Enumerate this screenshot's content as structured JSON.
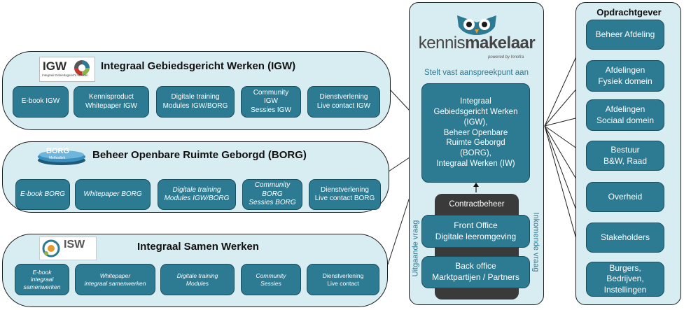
{
  "panels": {
    "igw": {
      "title": "Integraal Gebiedsgericht Werken (IGW)",
      "logo_text": "IGW",
      "logo_subtext": "Integraal Gebiedsgericht Werken",
      "tiles": [
        "E-book IGW",
        "Kennisproduct\nWhitepaper IGW",
        "Digitale training\nModules IGW/BORG",
        "Community\nIGW\nSessies IGW",
        "Dienstverlening\nLive contact IGW"
      ]
    },
    "borg": {
      "title": "Beheer Openbare Ruimte Geborgd (BORG)",
      "logo_text": "BORG",
      "logo_subtext": "Methodiek",
      "tiles": [
        "E-book BORG",
        "Whitepaper BORG",
        "Digitale training\nModules IGW/BORG",
        "Community\nBORG\nSessies BORG",
        "Dienstverlening\nLive contact BORG"
      ]
    },
    "isw": {
      "title": "Integraal Samen Werken",
      "logo_text": "ISW",
      "tiles": [
        "E-book\nintegraal\nsamenwerken",
        "Whitepaper\nintegraal samenwerken",
        "Digitale training\nModules",
        "Community\nSessies",
        "Dienstverlening\nLive contact"
      ]
    }
  },
  "center": {
    "brand_name_light": "kennis",
    "brand_name_bold": "makelaar",
    "brand_tagline": "powered by Innofra",
    "caption": "Stelt vast aanspreekpunt aan",
    "main_box": "Integraal\nGebiedsgericht Werken\n(IGW),\nBeheer Openbare\nRuimte Geborgd\n(BORG),\nIntegraal Werken (IW)",
    "contract_label": "Contractbeheer",
    "front_office": "Front Office\nDigitale leeromgeving",
    "back_office": "Back office\nMarktpartijen / Partners",
    "left_vertical": "Uitgaande vraag",
    "right_vertical": "Inkomende vraag"
  },
  "client": {
    "title": "Opdrachtgever",
    "items": [
      "Beheer Afdeling",
      "Afdelingen\nFysiek domein",
      "Afdelingen\nSociaal domein",
      "Bestuur\nB&W, Raad",
      "Overheid",
      "Stakeholders",
      "Burgers,\nBedrijven,\nInstellingen"
    ]
  },
  "colors": {
    "tile": "#2d7a93",
    "panel": "#d8edf2",
    "contract": "#3a3a3a",
    "owl": "#2d7a93"
  }
}
